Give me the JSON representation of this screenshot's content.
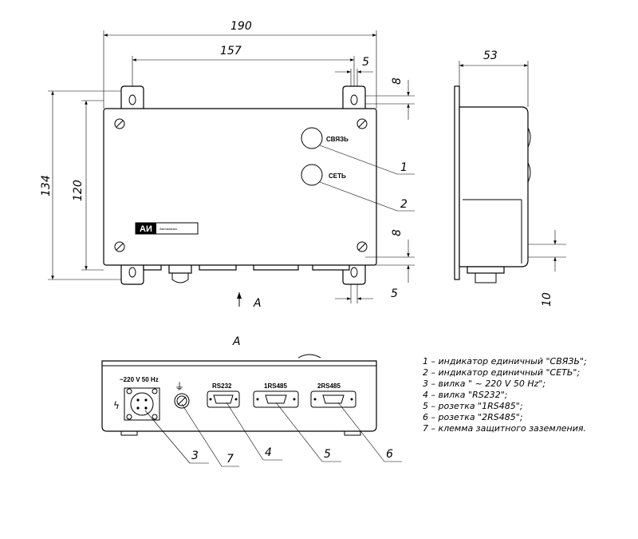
{
  "dimensions": {
    "width_total": "190",
    "hole_spacing": "157",
    "height_total": "134",
    "height_body": "120",
    "depth": "53",
    "tab_offset_top": "5",
    "tab_height_top": "8",
    "tab_height_bottom": "8",
    "tab_offset_bottom": "5",
    "bottom_offset": "10"
  },
  "view_marker": "A",
  "view_label": "A",
  "front_labels": {
    "svyaz": "СВЯЗЬ",
    "set": "СЕТЬ",
    "brand": "АИ",
    "brand_small": "Автоматика"
  },
  "connector_labels": {
    "power": "~220 V 50 Hz",
    "rs232": "RS232",
    "rs485_1": "1RS485",
    "rs485_2": "2RS485",
    "ground_symbol": "⏚",
    "lightning_symbol": "ϟ"
  },
  "callouts": [
    "1",
    "2",
    "3",
    "7",
    "4",
    "5",
    "6"
  ],
  "legend": [
    "1 – индикатор единичный   \"СВЯЗЬ\";",
    "2 – индикатор единичный  \"СЕТЬ\";",
    "3 – вилка  \" ~ 220 V  50 Hz\";",
    "4 – вилка \"RS232\";",
    "5 – розетка \"1RS485\";",
    "6 – розетка \"2RS485\";",
    "7 – клемма защитного заземления."
  ]
}
